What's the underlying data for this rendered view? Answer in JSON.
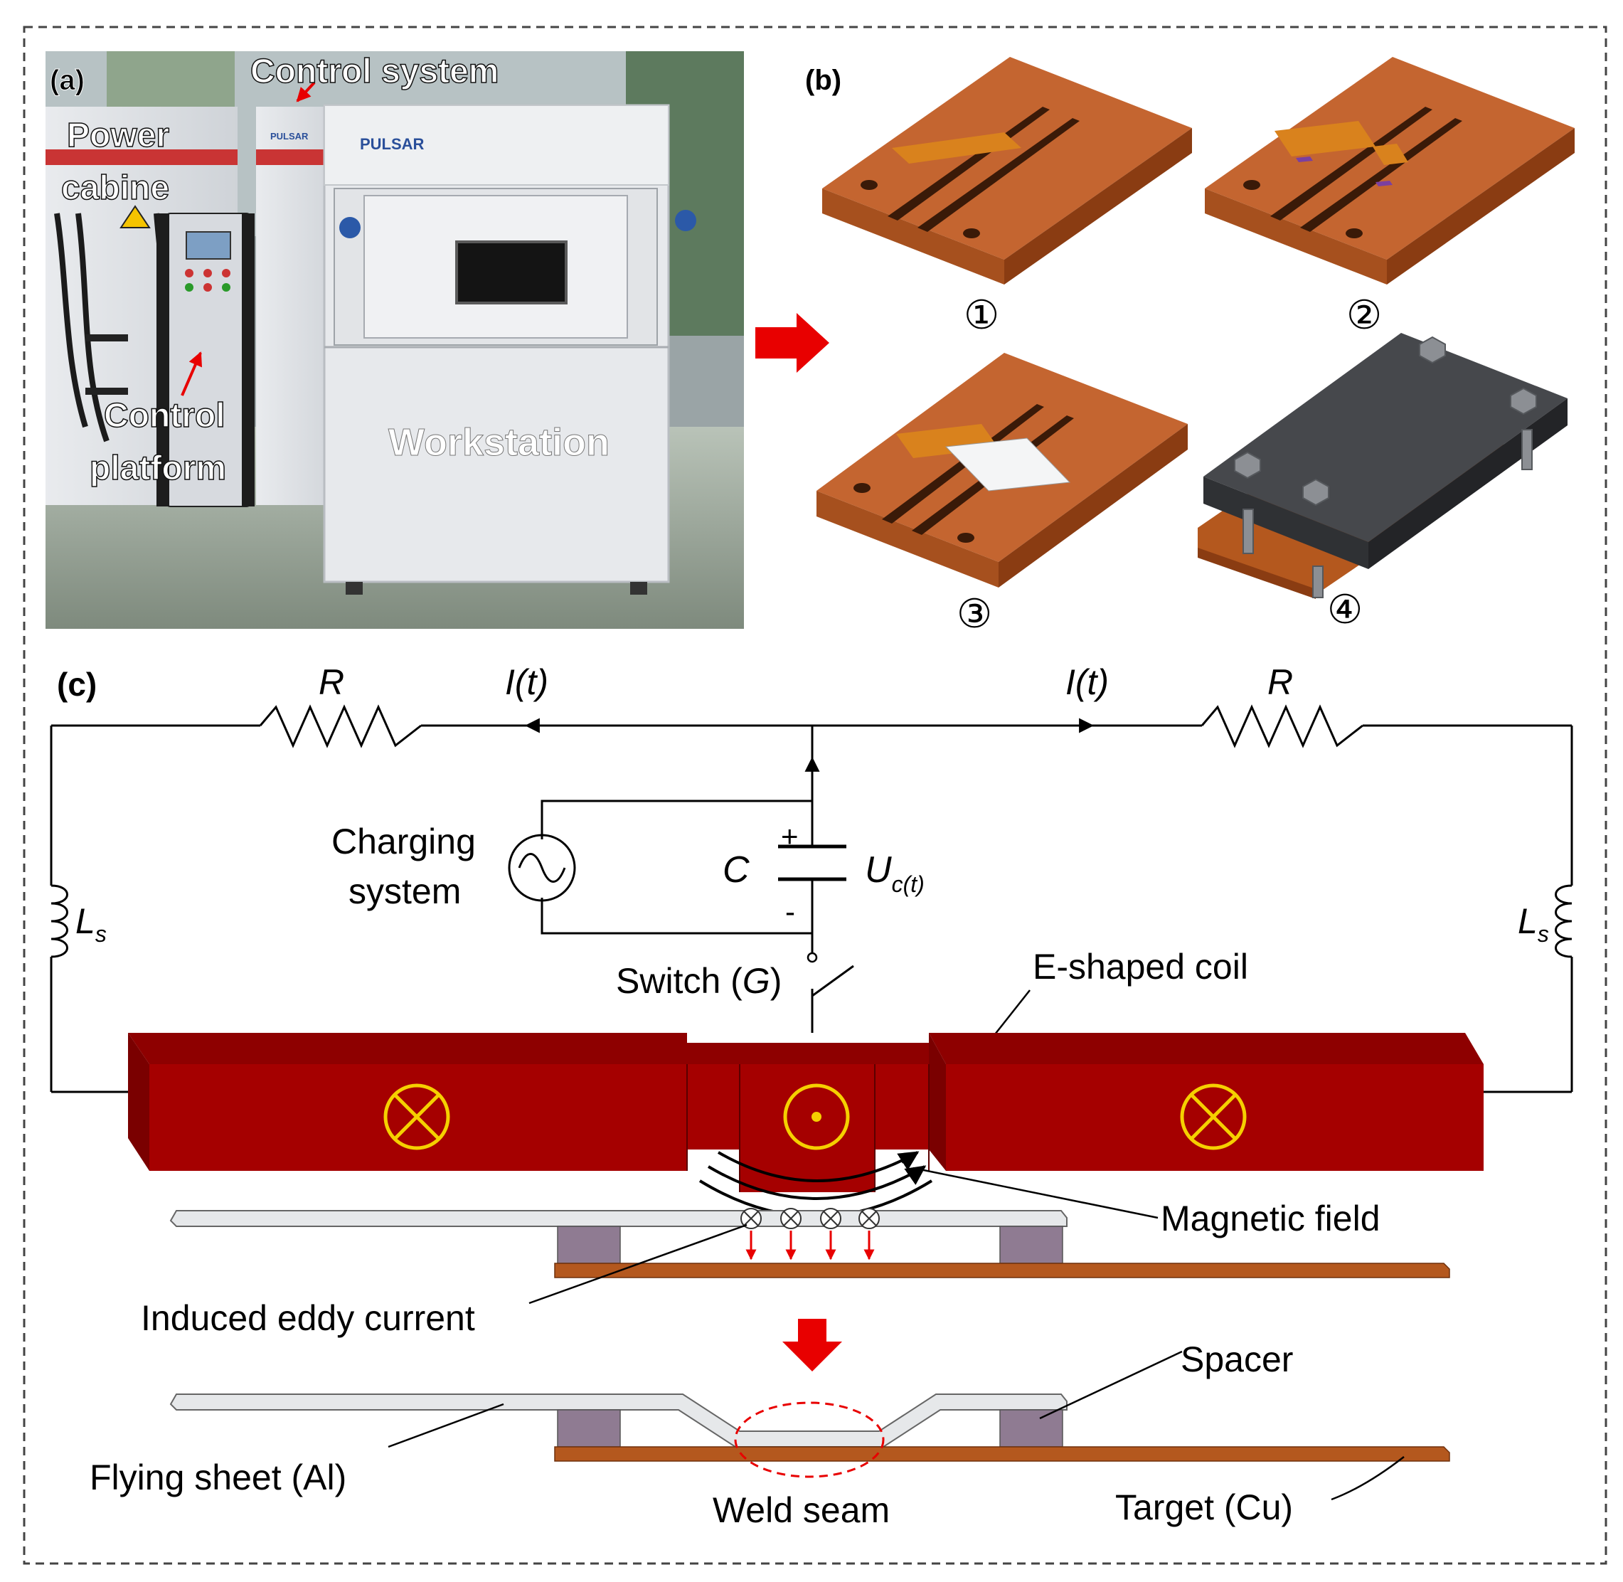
{
  "panel_a": {
    "label": "(a)",
    "control_system": "Control system",
    "power_line1": "Power",
    "power_line2": "cabine",
    "control_line1": "Control",
    "control_line2": "platform",
    "workstation": "Workstation",
    "brand": "PULSAR",
    "brand_small": "PULSAR"
  },
  "panel_b": {
    "label": "(b)",
    "step1": "①",
    "step2": "②",
    "step3": "③",
    "step4": "④"
  },
  "panel_c": {
    "label": "(c)",
    "resistor": "R",
    "current": "I(t)",
    "charging_line1": "Charging",
    "charging_line2": "system",
    "capacitor": "C",
    "voltage_main": "U",
    "voltage_sub": "c(t)",
    "plus": "+",
    "minus": "-",
    "inductor_main": "L",
    "inductor_sub": "s",
    "switch_pre": "Switch (",
    "switch_g": "G",
    "switch_post": ")",
    "coil": "E-shaped coil",
    "magnetic_field": "Magnetic field",
    "eddy": "Induced eddy current",
    "spacer": "Spacer",
    "flying_sheet": "Flying sheet (Al)",
    "weld_seam": "Weld seam",
    "target": "Target (Cu)"
  },
  "colors": {
    "coil": "#a50000",
    "coil_top": "#8e0000",
    "coil_symbol": "#f5d000",
    "copper": "#b4581e",
    "copper_top": "#c46530",
    "copper_side": "#8a3c12",
    "spacer": "#8f7b92",
    "sheet": "#e6e8ea",
    "arrow_red": "#e80000",
    "clamp": "#3b3d40"
  }
}
